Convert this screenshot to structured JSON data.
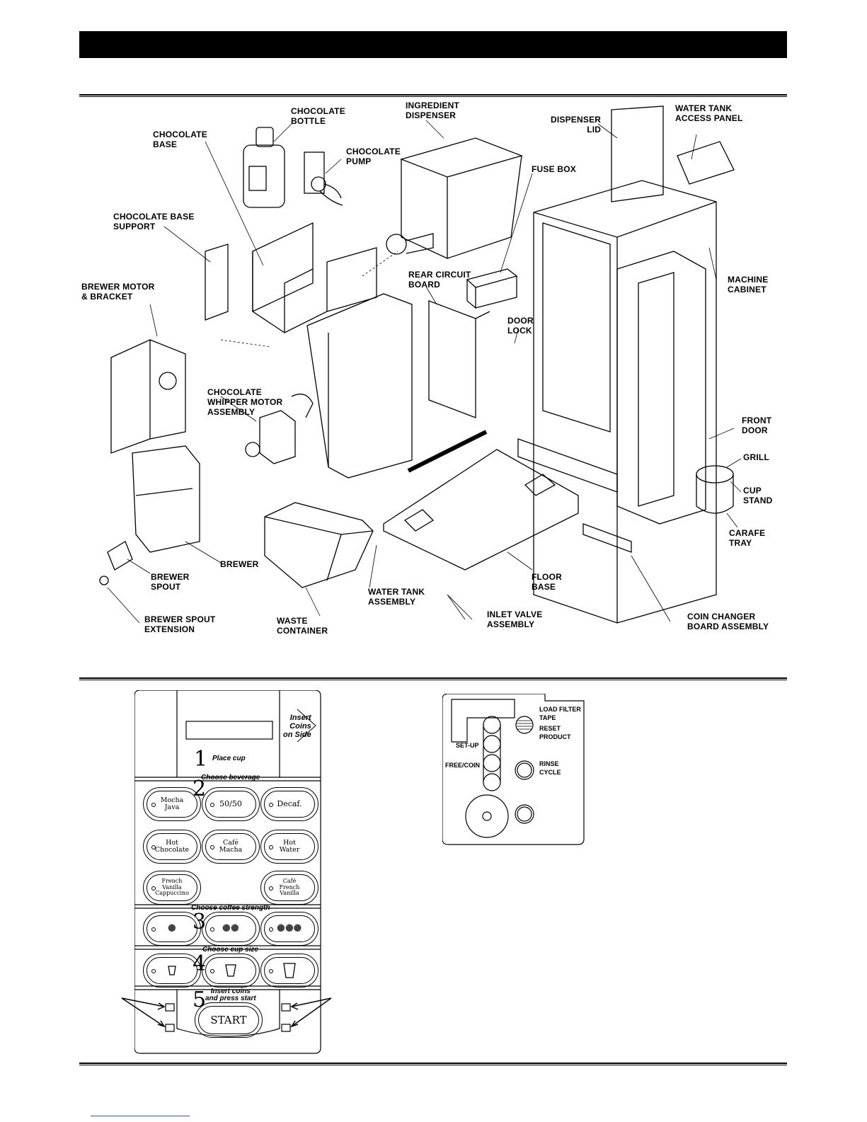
{
  "exploded_labels": {
    "chocolate_base": "CHOCOLATE\nBASE",
    "chocolate_bottle": "CHOCOLATE\nBOTTLE",
    "chocolate_pump": "CHOCOLATE\nPUMP",
    "ingredient_dispenser": "INGREDIENT\nDISPENSER",
    "dispenser_lid": "DISPENSER\nLID",
    "water_tank_access_panel": "WATER TANK\nACCESS PANEL",
    "fuse_box": "FUSE BOX",
    "chocolate_base_support": "CHOCOLATE BASE\nSUPPORT",
    "brewer_motor_bracket": "BREWER MOTOR\n& BRACKET",
    "rear_circuit_board": "REAR CIRCUIT\nBOARD",
    "machine_cabinet": "MACHINE\nCABINET",
    "door_lock": "DOOR\nLOCK",
    "chocolate_whipper_motor": "CHOCOLATE\nWHIPPER MOTOR\nASSEMBLY",
    "front_door": "FRONT\nDOOR",
    "grill": "GRILL",
    "cup_stand": "CUP\nSTAND",
    "carafe_tray": "CARAFE\nTRAY",
    "brewer": "BREWER",
    "brewer_spout": "BREWER\nSPOUT",
    "water_tank_assembly": "WATER TANK\nASSEMBLY",
    "floor_base": "FLOOR\nBASE",
    "brewer_spout_extension": "BREWER SPOUT\nEXTENSION",
    "waste_container": "WASTE\nCONTAINER",
    "inlet_valve_assembly": "INLET VALVE\nASSEMBLY",
    "coin_changer_board": "COIN CHANGER\nBOARD ASSEMBLY"
  },
  "front_panel": {
    "insert_coins": "Insert\nCoins\non Side",
    "step1_num": "1",
    "step1_label": "Place cup",
    "step2_num": "2",
    "step2_label": "Choose beverage",
    "step3_num": "3",
    "step3_label": "Choose coffee strength",
    "step4_num": "4",
    "step4_label": "Choose cup size",
    "step5_num": "5",
    "step5_label": "Insert coins\nand press start",
    "start_label": "START",
    "beverages": {
      "mocha_java": "Mocha\nJava",
      "fifty_fifty": "50/50",
      "decaf": "Decaf.",
      "hot_chocolate": "Hot\nChocolate",
      "cafe_macha": "Café\nMacha",
      "hot_water": "Hot\nWater",
      "french_vanilla_cappuccino": "French\nVanilla\nCappuccino",
      "cafe_french_vanilla": "Café\nFrench\nVanilla"
    }
  },
  "circuit_board": {
    "load_filter_tape": "LOAD FILTER\nTAPE",
    "reset_product": "RESET\nPRODUCT",
    "set_up": "SET-UP",
    "free_coin": "FREE/COIN",
    "rinse_cycle": "RINSE\nCYCLE"
  }
}
